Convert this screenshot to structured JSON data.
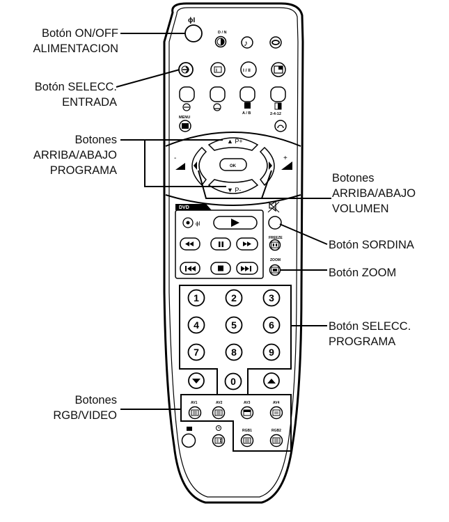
{
  "callouts": {
    "on_off": "Botón ON/OFF\nALIMENTACION",
    "input_select": "Botón SELECC.\nENTRADA",
    "program_up_down": "Botones\nARRIBA/ABAJO\nPROGRAMA",
    "volume_up_down": "Botones\nARRIBA/ABAJO\nVOLUMEN",
    "mute": "Botón SORDINA",
    "zoom": "Botón ZOOM",
    "program_select": "Botón SELECC.\nPROGRAMA",
    "rgb_video": "Botones\nRGB/VIDEO"
  },
  "remote": {
    "top_labels": {
      "standby_glyph": "ϕI",
      "dn": "D / N",
      "io": "I / II",
      "ab": "A / B",
      "menu": "MENU",
      "step": "2-4-12"
    },
    "nav": {
      "p_plus": "▲ P+",
      "p_minus": "▼ P-",
      "ok": "OK",
      "minus_sign": "-",
      "plus_sign": "+"
    },
    "dvd": {
      "tab": "DVD",
      "power_glyph": "ϕI"
    },
    "side_labels": {
      "freeze": "FREEZE",
      "zoom": "ZOOM"
    },
    "digits": [
      "1",
      "2",
      "3",
      "4",
      "5",
      "6",
      "7",
      "8",
      "9",
      "0"
    ],
    "av_labels": [
      "AV1",
      "AV2",
      "AV3",
      "AV4"
    ],
    "rgb_labels": [
      "RGB1",
      "RGB2"
    ]
  }
}
